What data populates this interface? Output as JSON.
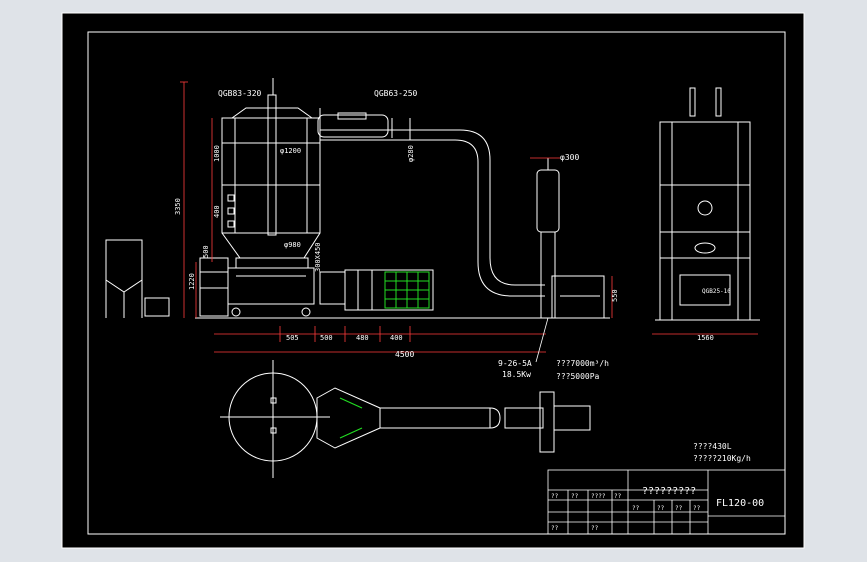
{
  "colors": {
    "background": "#000000",
    "frame_outer": "#dfe3e8",
    "lines": "#ffffff",
    "dimension_lines": "#ff3b3b",
    "highlight_green": "#22dd22",
    "annotations": "#ffffff"
  },
  "labels": {
    "valve_left": "QGB83-320",
    "valve_top": "QGB63-250",
    "dia_1200": "φ1200",
    "dia_980": "φ980",
    "dia_280": "φ280",
    "dia_300": "φ300",
    "dim_300x450": "300X450",
    "fan_model": "9-26-5A",
    "fan_power": "18.5Kw",
    "fan_flow": "???7000m³/h",
    "fan_pressure": "???5000Pa",
    "right_view_label": "QGB25-10"
  },
  "dimensions": {
    "vertical": [
      "3350",
      "1000",
      "400",
      "500",
      "1220"
    ],
    "horizontal": [
      "505",
      "500",
      "480",
      "400",
      "4500"
    ],
    "side_view_width": "1560",
    "fan_height": "550"
  },
  "specs": {
    "line1": "????430L",
    "line2": "?????210Kg/h"
  },
  "title_block": {
    "title": "?????????",
    "drawing_number": "FL120-00",
    "row1_cells": [
      "??",
      "??",
      "????",
      "??",
      "??"
    ],
    "row2_cells": [
      "??",
      "??",
      "??",
      "??",
      "??",
      "??"
    ]
  }
}
